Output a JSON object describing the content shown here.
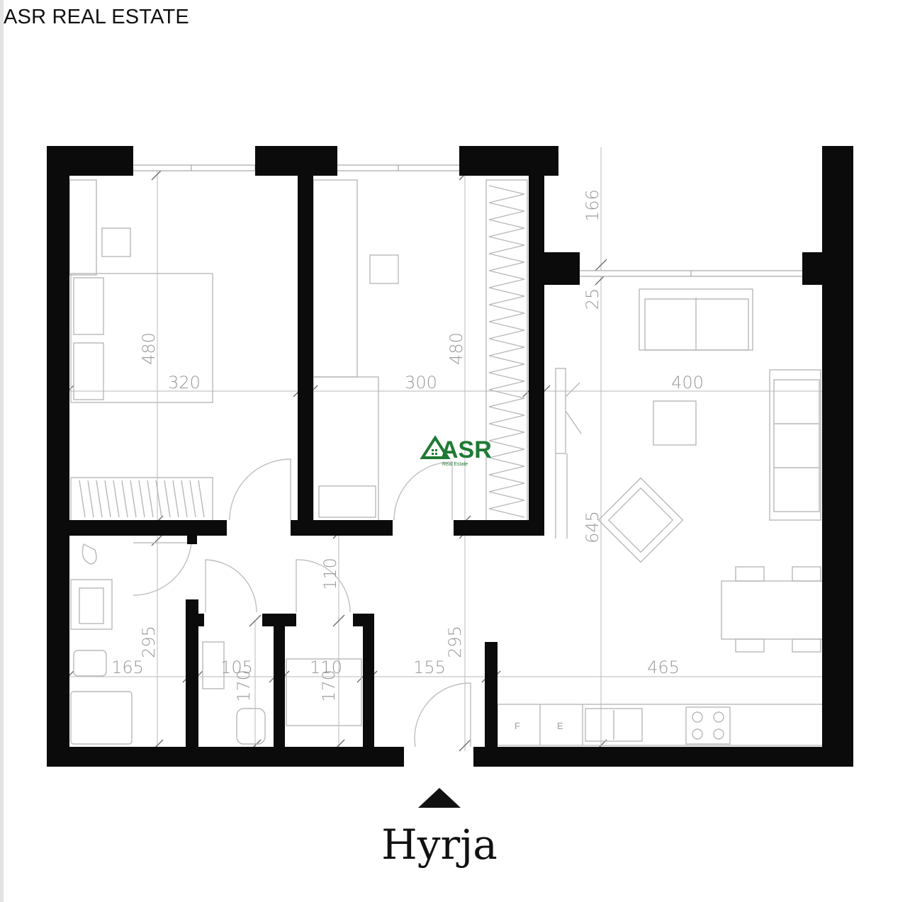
{
  "header": {
    "title": "ASR REAL ESTATE"
  },
  "logo": {
    "text": "ASR",
    "subtext": "Real Estate",
    "color": "#1f7a33"
  },
  "entrance": {
    "label": "Hyrja"
  },
  "dimensions": {
    "room1_height": "480",
    "room1_width": "320",
    "room2_height": "480",
    "room2_width": "300",
    "balcony_depth": "166",
    "balcony_gap": "25",
    "living_width": "400",
    "living_height": "645",
    "corridor_height": "110",
    "bath_height": "295",
    "bath_width": "165",
    "wc_width": "105",
    "wc_height": "170",
    "storage_width": "110",
    "storage_height": "170",
    "hall_width": "155",
    "hall_height": "295",
    "kitchen_width": "465"
  },
  "appliances": {
    "fridge": "F",
    "oven": "E"
  },
  "colors": {
    "wall": "#0b0b0b",
    "dimension_text": "#9a9a9a",
    "furniture_line": "#b8b8b8"
  }
}
